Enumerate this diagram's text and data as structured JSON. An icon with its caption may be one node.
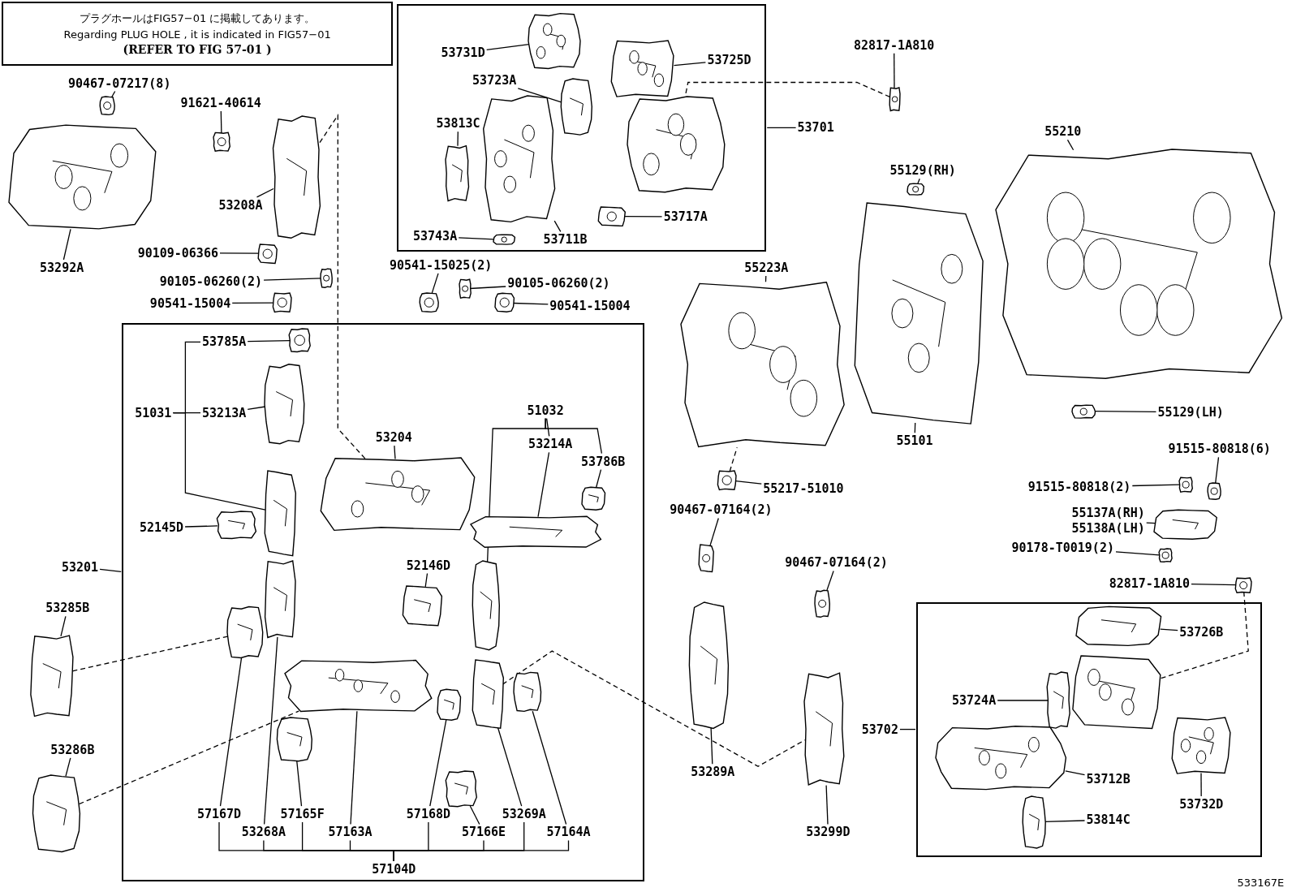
{
  "diagram": {
    "nodes": [
      {
        "text": [
          "プラグホールはFIG57−01 に掲載してあります。",
          "Regarding PLUG HOLE , it is indicated in FIG57−01",
          "(REFER TO FIG 57-01 )"
        ]
      },
      {
        "text": [],
        "shape": "box"
      },
      {
        "text": [
          "53731D"
        ],
        "in": 1
      },
      {
        "text": [
          "53725D"
        ],
        "in": 1
      },
      {
        "text": [
          "53723A"
        ],
        "in": 1
      },
      {
        "text": [
          "53813C"
        ],
        "in": 1
      },
      {
        "text": [
          "53743A"
        ],
        "in": 1
      },
      {
        "text": [
          "53711B"
        ],
        "in": 1
      },
      {
        "text": [
          "53717A"
        ],
        "in": 1
      },
      {
        "text": [
          "53701"
        ]
      },
      {
        "text": [
          "82817-1A810"
        ]
      },
      {
        "text": [
          "90467-07217(8)"
        ]
      },
      {
        "text": [
          "91621-40614"
        ]
      },
      {
        "text": [
          "53292A"
        ]
      },
      {
        "text": [
          "53208A"
        ]
      },
      {
        "text": [
          "90109-06366"
        ]
      },
      {
        "text": [
          "90105-06260(2)"
        ]
      },
      {
        "text": [
          "90541-15004"
        ]
      },
      {
        "text": [
          "90541-15025(2)"
        ]
      },
      {
        "text": [
          "90105-06260(2)"
        ]
      },
      {
        "text": [
          "90541-15004"
        ]
      },
      {
        "text": [],
        "shape": "box"
      },
      {
        "text": [
          "53785A"
        ],
        "in": 21
      },
      {
        "text": [
          "51031"
        ],
        "in": 21
      },
      {
        "text": [
          "53213A"
        ],
        "in": 21
      },
      {
        "text": [
          "53204"
        ],
        "in": 21
      },
      {
        "text": [
          "51032"
        ],
        "in": 21
      },
      {
        "text": [
          "53214A"
        ],
        "in": 21
      },
      {
        "text": [
          "53786B"
        ],
        "in": 21
      },
      {
        "text": [
          "52145D"
        ],
        "in": 21
      },
      {
        "text": [
          "52146D"
        ],
        "in": 21
      },
      {
        "text": [
          "57167D"
        ],
        "in": 21
      },
      {
        "text": [
          "53268A"
        ],
        "in": 21
      },
      {
        "text": [
          "57165F"
        ],
        "in": 21
      },
      {
        "text": [
          "57163A"
        ],
        "in": 21
      },
      {
        "text": [
          "57168D"
        ],
        "in": 21
      },
      {
        "text": [
          "57166E"
        ],
        "in": 21
      },
      {
        "text": [
          "53269A"
        ],
        "in": 21
      },
      {
        "text": [
          "57164A"
        ],
        "in": 21
      },
      {
        "text": [
          "57104D"
        ],
        "in": 21
      },
      {
        "text": [
          "53201"
        ]
      },
      {
        "text": [
          "53285B"
        ]
      },
      {
        "text": [
          "53286B"
        ]
      },
      {
        "text": [
          "55223A"
        ]
      },
      {
        "text": [
          "55129(RH)"
        ]
      },
      {
        "text": [
          "55210"
        ]
      },
      {
        "text": [
          "55101"
        ]
      },
      {
        "text": [
          "55129(LH)"
        ]
      },
      {
        "text": [
          "55217-51010"
        ]
      },
      {
        "text": [
          "91515-80818(6)"
        ]
      },
      {
        "text": [
          "91515-80818(2)"
        ]
      },
      {
        "text": [
          "55137A(RH)",
          "55138A(LH)"
        ]
      },
      {
        "text": [
          "90178-T0019(2)"
        ]
      },
      {
        "text": [
          "90467-07164(2)"
        ]
      },
      {
        "text": [
          "90467-07164(2)"
        ]
      },
      {
        "text": [
          "82817-1A810"
        ]
      },
      {
        "text": [
          "53289A"
        ]
      },
      {
        "text": [
          "53299D"
        ]
      },
      {
        "text": [],
        "shape": "box"
      },
      {
        "text": [
          "53726B"
        ],
        "in": 58
      },
      {
        "text": [
          "53724A"
        ],
        "in": 58
      },
      {
        "text": [
          "53702"
        ]
      },
      {
        "text": [
          "53712B"
        ],
        "in": 58
      },
      {
        "text": [
          "53732D"
        ],
        "in": 58
      },
      {
        "text": [
          "53814C"
        ],
        "in": 58
      },
      {
        "text": [],
        "shape": "picture",
        "in": 1
      },
      {
        "text": [],
        "shape": "picture",
        "in": 1
      },
      {
        "text": [],
        "shape": "picture",
        "in": 1
      },
      {
        "text": [],
        "shape": "picture",
        "in": 1
      },
      {
        "text": [],
        "shape": "picture",
        "in": 1
      },
      {
        "text": [],
        "shape": "picture",
        "in": 1
      },
      {
        "text": [],
        "shape": "picture",
        "in": 1
      },
      {
        "text": [],
        "shape": "picture",
        "in": 1
      },
      {
        "text": [],
        "shape": "picture"
      },
      {
        "text": [],
        "shape": "picture"
      },
      {
        "text": [],
        "shape": "picture"
      },
      {
        "text": [],
        "shape": "picture"
      },
      {
        "text": [],
        "shape": "picture"
      },
      {
        "text": [],
        "shape": "picture"
      },
      {
        "text": [],
        "shape": "picture"
      },
      {
        "text": [],
        "shape": "picture"
      },
      {
        "text": [],
        "shape": "picture"
      },
      {
        "text": [],
        "shape": "picture"
      },
      {
        "text": [],
        "shape": "picture"
      },
      {
        "text": [],
        "shape": "picture",
        "in": 21
      },
      {
        "text": [],
        "shape": "picture",
        "in": 21
      },
      {
        "text": [],
        "shape": "picture",
        "in": 21
      },
      {
        "text": [],
        "shape": "picture",
        "in": 21
      },
      {
        "text": [],
        "shape": "picture",
        "in": 21
      },
      {
        "text": [],
        "shape": "picture",
        "in": 21
      },
      {
        "text": [],
        "shape": "picture",
        "in": 21
      },
      {
        "text": [],
        "shape": "picture",
        "in": 21
      },
      {
        "text": [],
        "shape": "picture",
        "in": 21
      },
      {
        "text": [],
        "shape": "picture",
        "in": 21
      },
      {
        "text": [],
        "shape": "picture",
        "in": 21
      },
      {
        "text": [],
        "shape": "picture",
        "in": 21
      },
      {
        "text": [],
        "shape": "picture",
        "in": 21
      },
      {
        "text": [],
        "shape": "picture",
        "in": 21
      },
      {
        "text": [],
        "shape": "picture",
        "in": 21
      },
      {
        "text": [],
        "shape": "picture",
        "in": 21
      },
      {
        "text": [],
        "shape": "picture",
        "in": 21
      },
      {
        "text": [],
        "shape": "picture"
      },
      {
        "text": [],
        "shape": "picture"
      },
      {
        "text": [],
        "shape": "picture"
      },
      {
        "text": [],
        "shape": "picture"
      },
      {
        "text": [],
        "shape": "picture"
      },
      {
        "text": [],
        "shape": "picture"
      },
      {
        "text": [],
        "shape": "picture"
      },
      {
        "text": [],
        "shape": "picture"
      },
      {
        "text": [],
        "shape": "picture"
      },
      {
        "text": [],
        "shape": "picture"
      },
      {
        "text": [],
        "shape": "picture"
      },
      {
        "text": [],
        "shape": "picture"
      },
      {
        "text": [],
        "shape": "picture"
      },
      {
        "text": [],
        "shape": "picture"
      },
      {
        "text": [],
        "shape": "picture"
      },
      {
        "text": [],
        "shape": "picture"
      },
      {
        "text": [],
        "shape": "picture"
      },
      {
        "text": [],
        "shape": "picture",
        "in": 58
      },
      {
        "text": [],
        "shape": "picture",
        "in": 58
      },
      {
        "text": [],
        "shape": "picture",
        "in": 58
      },
      {
        "text": [],
        "shape": "picture",
        "in": 58
      },
      {
        "text": [],
        "shape": "picture",
        "in": 58
      },
      {
        "text": [],
        "shape": "picture",
        "in": 58
      }
    ],
    "edges": [
      {
        "from": 2,
        "to": 65,
        "arrow": "none"
      },
      {
        "from": 3,
        "to": 66,
        "arrow": "none"
      },
      {
        "from": 4,
        "to": 67,
        "arrow": "none"
      },
      {
        "from": 5,
        "to": 68,
        "arrow": "none"
      },
      {
        "from": 6,
        "to": 69,
        "arrow": "none"
      },
      {
        "from": 7,
        "to": 70,
        "arrow": "none"
      },
      {
        "from": 8,
        "to": 71,
        "arrow": "none"
      },
      {
        "from": 9,
        "to": 1,
        "arrow": "none"
      },
      {
        "from": 10,
        "to": 73,
        "arrow": "none"
      },
      {
        "from": 11,
        "to": 74,
        "arrow": "none"
      },
      {
        "from": 12,
        "to": 75,
        "arrow": "none"
      },
      {
        "from": 13,
        "to": 76,
        "arrow": "none"
      },
      {
        "from": 14,
        "to": 77,
        "arrow": "none"
      },
      {
        "from": 15,
        "to": 78,
        "arrow": "none"
      },
      {
        "from": 16,
        "to": 79,
        "arrow": "none"
      },
      {
        "from": 17,
        "to": 80,
        "arrow": "none"
      },
      {
        "from": 18,
        "to": 81,
        "arrow": "none"
      },
      {
        "from": 19,
        "to": 82,
        "arrow": "none"
      },
      {
        "from": 20,
        "to": 83,
        "arrow": "none"
      },
      {
        "from": 22,
        "to": 84,
        "arrow": "none"
      },
      {
        "from": 23,
        "to": 22,
        "arrow": "none"
      },
      {
        "from": 23,
        "to": 24,
        "arrow": "none"
      },
      {
        "from": 23,
        "to": 85,
        "arrow": "none"
      },
      {
        "from": 24,
        "to": 86,
        "arrow": "none"
      },
      {
        "from": 25,
        "to": 87,
        "arrow": "none"
      },
      {
        "from": 26,
        "to": 27,
        "arrow": "none"
      },
      {
        "from": 26,
        "to": 28,
        "arrow": "none"
      },
      {
        "from": 26,
        "to": 88,
        "arrow": "none"
      },
      {
        "from": 27,
        "to": 89,
        "arrow": "none"
      },
      {
        "from": 28,
        "to": 90,
        "arrow": "none"
      },
      {
        "from": 29,
        "to": 91,
        "arrow": "none"
      },
      {
        "from": 30,
        "to": 92,
        "arrow": "none"
      },
      {
        "from": 31,
        "to": 93,
        "arrow": "none"
      },
      {
        "from": 32,
        "to": 94,
        "arrow": "none"
      },
      {
        "from": 33,
        "to": 95,
        "arrow": "none"
      },
      {
        "from": 34,
        "to": 96,
        "arrow": "none"
      },
      {
        "from": 35,
        "to": 97,
        "arrow": "none"
      },
      {
        "from": 36,
        "to": 98,
        "arrow": "none"
      },
      {
        "from": 37,
        "to": 99,
        "arrow": "none"
      },
      {
        "from": 38,
        "to": 100,
        "arrow": "none"
      },
      {
        "from": 39,
        "to": 31,
        "arrow": "none"
      },
      {
        "from": 39,
        "to": 32,
        "arrow": "none"
      },
      {
        "from": 39,
        "to": 33,
        "arrow": "none"
      },
      {
        "from": 39,
        "to": 34,
        "arrow": "none"
      },
      {
        "from": 39,
        "to": 35,
        "arrow": "none"
      },
      {
        "from": 39,
        "to": 36,
        "arrow": "none"
      },
      {
        "from": 39,
        "to": 37,
        "arrow": "none"
      },
      {
        "from": 39,
        "to": 38,
        "arrow": "none"
      },
      {
        "from": 40,
        "to": 21,
        "arrow": "none"
      },
      {
        "from": 41,
        "to": 101,
        "arrow": "none"
      },
      {
        "from": 42,
        "to": 102,
        "arrow": "none"
      },
      {
        "from": 43,
        "to": 103,
        "arrow": "none"
      },
      {
        "from": 44,
        "to": 104,
        "arrow": "none"
      },
      {
        "from": 45,
        "to": 105,
        "arrow": "none"
      },
      {
        "from": 46,
        "to": 106,
        "arrow": "none"
      },
      {
        "from": 47,
        "to": 107,
        "arrow": "none"
      },
      {
        "from": 48,
        "to": 108,
        "arrow": "none"
      },
      {
        "from": 49,
        "to": 109,
        "arrow": "none"
      },
      {
        "from": 50,
        "to": 110,
        "arrow": "none"
      },
      {
        "from": 51,
        "to": 111,
        "arrow": "none"
      },
      {
        "from": 52,
        "to": 112,
        "arrow": "none"
      },
      {
        "from": 53,
        "to": 113,
        "arrow": "none"
      },
      {
        "from": 54,
        "to": 114,
        "arrow": "none"
      },
      {
        "from": 55,
        "to": 115,
        "arrow": "none"
      },
      {
        "from": 56,
        "to": 116,
        "arrow": "none"
      },
      {
        "from": 57,
        "to": 117,
        "arrow": "none"
      },
      {
        "from": 59,
        "to": 118,
        "arrow": "none"
      },
      {
        "from": 60,
        "to": 119,
        "arrow": "none"
      },
      {
        "from": 61,
        "to": 58,
        "arrow": "none"
      },
      {
        "from": 62,
        "to": 121,
        "arrow": "none"
      },
      {
        "from": 63,
        "to": 122,
        "arrow": "none"
      },
      {
        "from": 64,
        "to": 123,
        "arrow": "none"
      },
      {
        "from": 101,
        "to": 93,
        "arrow": "none",
        "style": "dashed"
      },
      {
        "from": 102,
        "to": 96,
        "arrow": "none",
        "style": "dashed"
      },
      {
        "from": 99,
        "to": 117,
        "arrow": "none",
        "style": "dashed"
      },
      {
        "from": 73,
        "to": 72,
        "arrow": "none",
        "style": "dashed"
      },
      {
        "from": 115,
        "to": 120,
        "arrow": "none",
        "style": "dashed"
      },
      {
        "from": 108,
        "to": 103,
        "arrow": "none",
        "style": "dashed"
      },
      {
        "from": 77,
        "to": 87,
        "arrow": "none",
        "style": "dashed"
      }
    ],
    "labels": [
      "533167E"
    ]
  }
}
